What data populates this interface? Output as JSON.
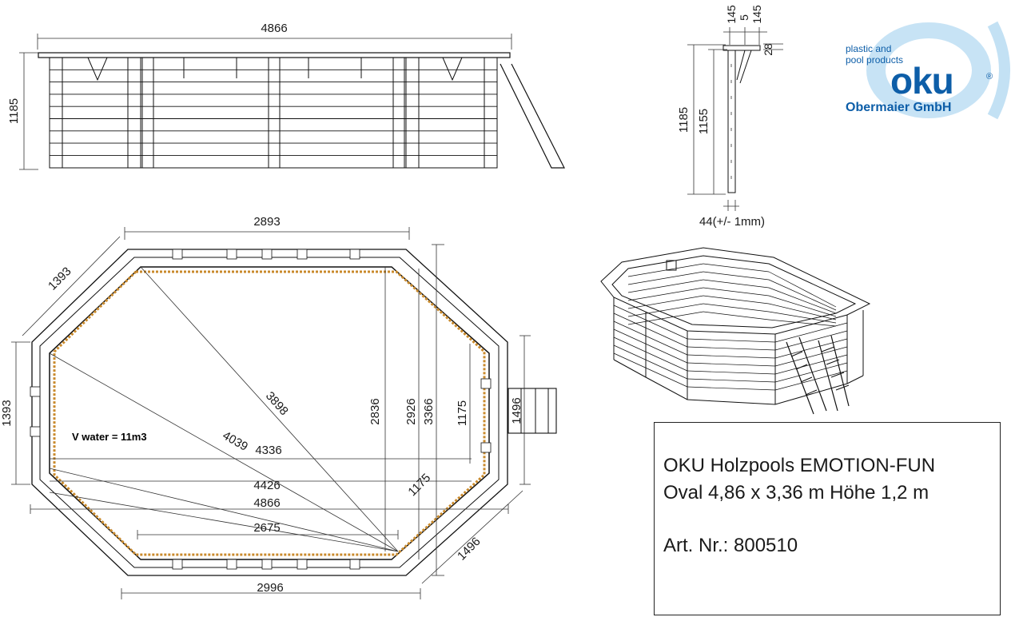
{
  "side_view": {
    "width": "4866",
    "height": "1185"
  },
  "profile": {
    "top_a": "145",
    "top_b": "5",
    "top_c": "145",
    "lip": "28",
    "height_total": "1185",
    "height_inner": "1155",
    "thickness": "44(+/- 1mm)"
  },
  "plan_view": {
    "top_width": "2893",
    "diag_edge": "1393",
    "left_edge": "1393",
    "diag_a": "3898",
    "diag_b": "4039",
    "inner_w1": "4336",
    "inner_w2": "4426",
    "outer_w": "4866",
    "bottom_inner": "2675",
    "bottom_outer": "2996",
    "h_inner": "2836",
    "h_a": "2926",
    "h_b": "3366",
    "h_ladder": "1175",
    "ladder_w": "1496",
    "diag_edge2": "1175",
    "diag_edge3": "1496",
    "volume": "V water = 11m3"
  },
  "logo": {
    "tagline_1": "plastic and",
    "tagline_2": "pool products",
    "brand": "oku",
    "reg_mark": "®",
    "company": "Obermaier GmbH"
  },
  "info_box": {
    "line1": "OKU Holzpools EMOTION-FUN",
    "line2": "Oval 4,86 x 3,36 m Höhe 1,2 m",
    "line3": "Art. Nr.: 800510"
  },
  "colors": {
    "lines": "#111111",
    "hatch": "#c98a2c",
    "brand": "#0d5ea8",
    "logo_ring": "#a9d4f0"
  }
}
